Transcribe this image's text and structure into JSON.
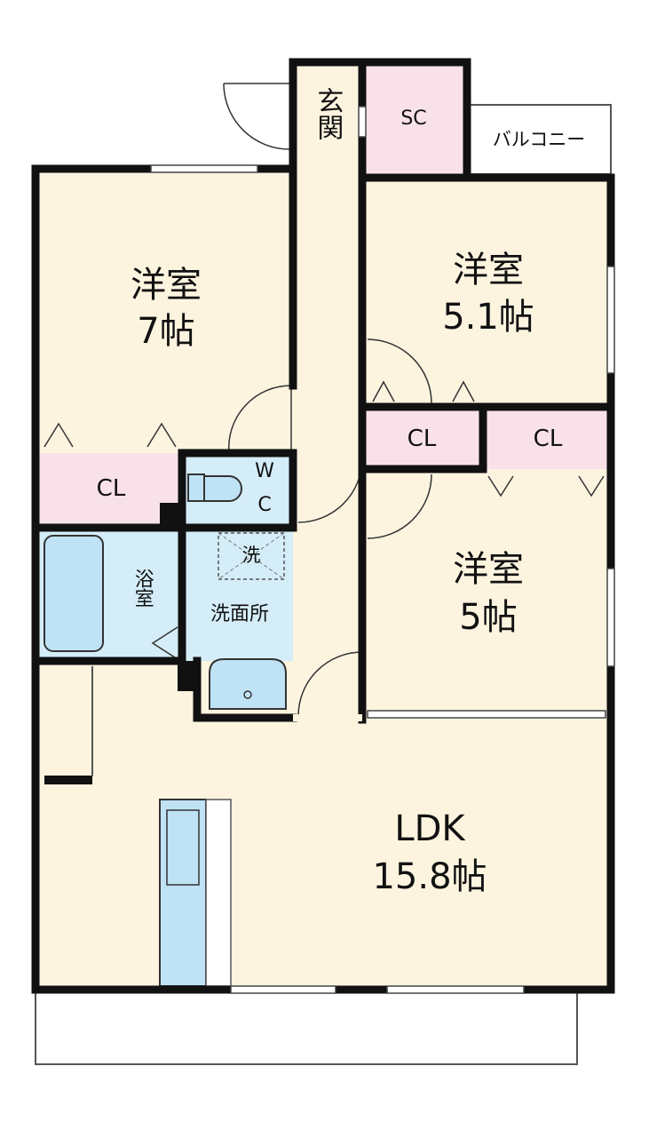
{
  "colors": {
    "floor": "#fdf4e0",
    "wet": "#d4edf8",
    "storage": "#f9e1ea",
    "wall": "#111111",
    "fixture": "#bfe3f5"
  },
  "rooms": {
    "western_7": {
      "name": "洋室",
      "size": "7帖"
    },
    "western_5_1": {
      "name": "洋室",
      "size": "5.1帖"
    },
    "western_5": {
      "name": "洋室",
      "size": "5帖"
    },
    "ldk": {
      "name": "LDK",
      "size": "15.8帖"
    },
    "entrance": "玄関",
    "sc": "SC",
    "balcony": "バルコニー",
    "cl_left": "CL",
    "cl_center": "CL",
    "cl_right": "CL",
    "wc_w": "W",
    "wc_c": "C",
    "bath": "浴室",
    "washroom": "洗面所",
    "washer": "洗"
  }
}
